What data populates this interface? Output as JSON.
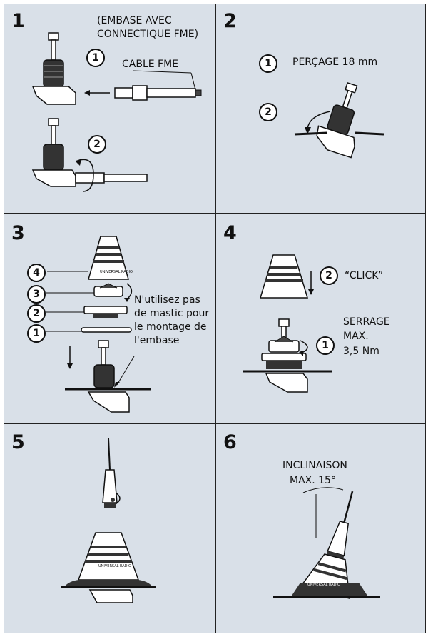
{
  "panels": [
    {
      "number": "1",
      "texts": {
        "header": "(EMBASE AVEC\nCONNECTIQUE FME)",
        "cable": "CABLE FME"
      },
      "steps": [
        "1",
        "2"
      ]
    },
    {
      "number": "2",
      "texts": {
        "drill": "PERÇAGE 18 mm"
      },
      "steps": [
        "1",
        "2"
      ]
    },
    {
      "number": "3",
      "texts": {
        "note": "N'utilisez pas\nde mastic pour\nle montage de\nl'embase"
      },
      "steps": [
        "4",
        "3",
        "2",
        "1"
      ]
    },
    {
      "number": "4",
      "texts": {
        "click": "“CLICK”",
        "torque_title": "SERRAGE",
        "torque_max": "MAX.",
        "torque_value": "3,5 Nm"
      },
      "steps": [
        "2",
        "1"
      ]
    },
    {
      "number": "5",
      "texts": {},
      "steps": []
    },
    {
      "number": "6",
      "texts": {
        "tilt": "INCLINAISON",
        "tilt_max": "MAX. 15°"
      },
      "steps": []
    }
  ],
  "colors": {
    "panel_bg": "#d9e0e8",
    "border": "#222222",
    "ink": "#111111"
  },
  "logo_text": "UNIVERSAL RADIO"
}
